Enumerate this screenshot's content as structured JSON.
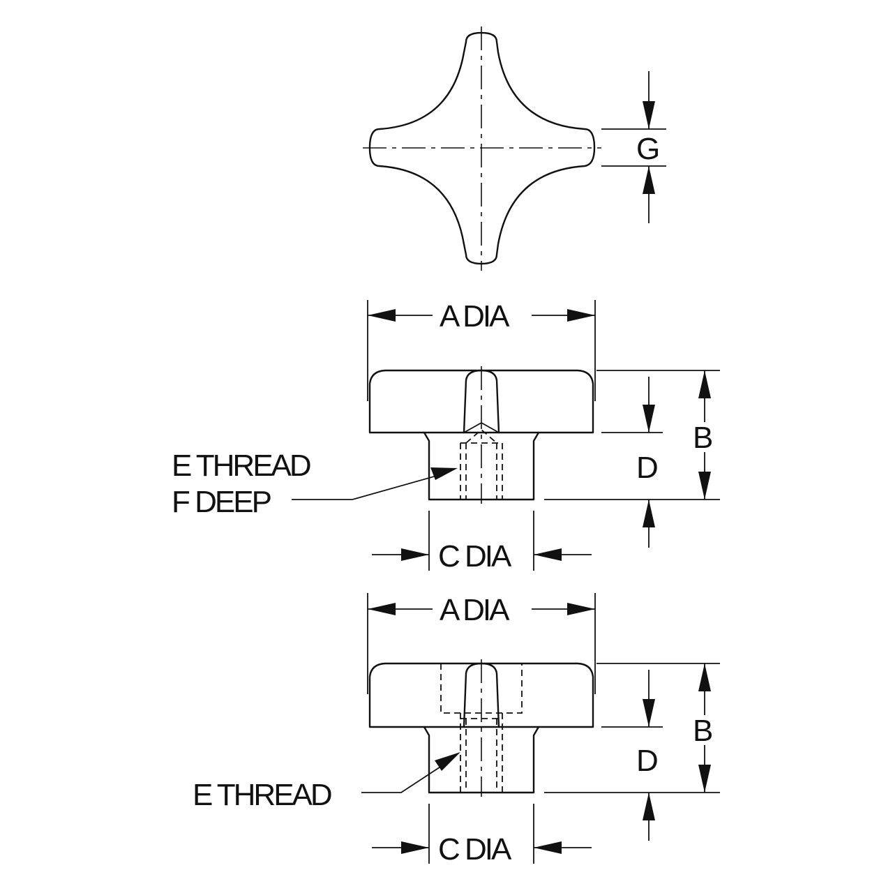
{
  "labels": {
    "g": "G",
    "top_a_dia": "A DIA",
    "top_b": "B",
    "top_d": "D",
    "top_e_thread": "E THREAD",
    "top_f_deep": "F DEEP",
    "top_c_dia": "C DIA",
    "bot_a_dia": "A DIA",
    "bot_b": "B",
    "bot_d": "D",
    "bot_e_thread": "E THREAD",
    "bot_c_dia": "C DIA"
  },
  "colors": {
    "line": "#111111",
    "background": "#ffffff"
  }
}
